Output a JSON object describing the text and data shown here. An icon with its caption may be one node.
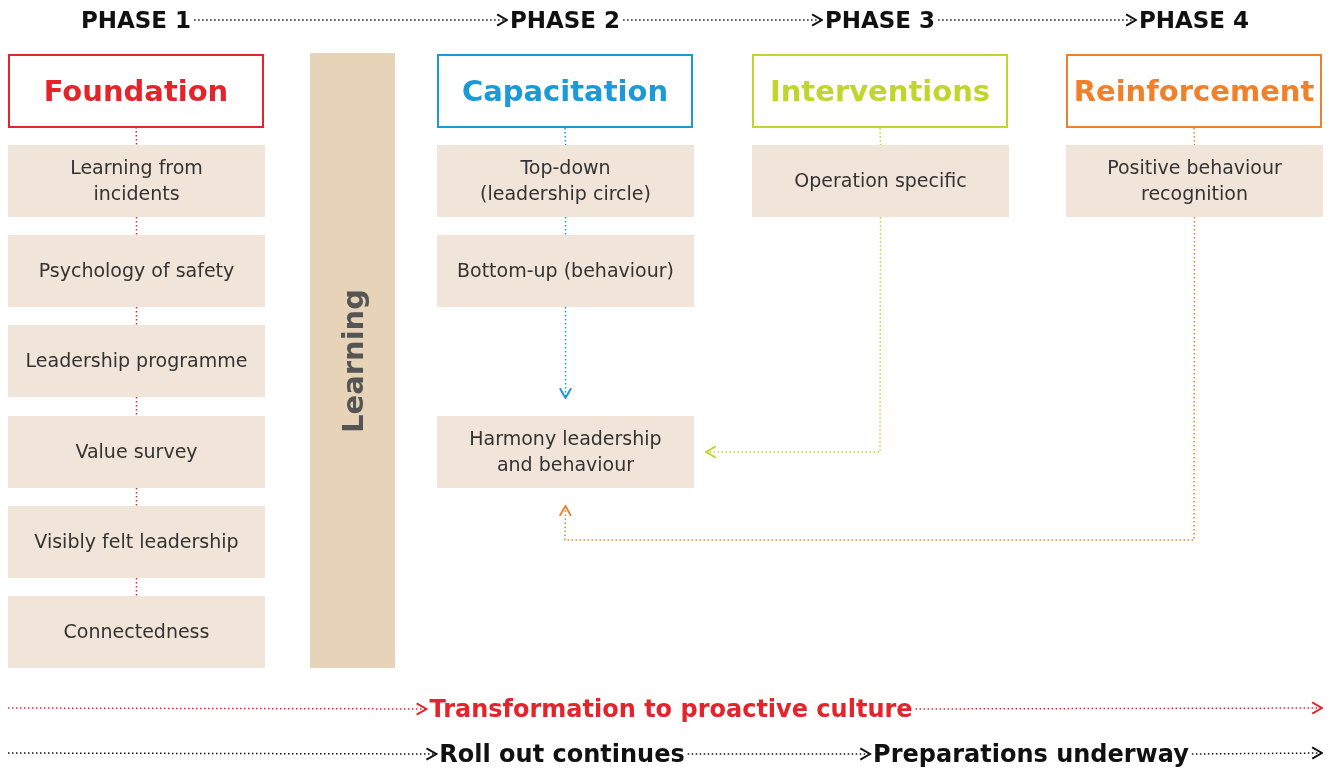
{
  "diagram": {
    "nodes": [
      {
        "text": [
          "PHASE 1"
        ]
      },
      {
        "text": [
          "PHASE 2"
        ]
      },
      {
        "text": [
          "PHASE 3"
        ]
      },
      {
        "text": [
          "PHASE 4"
        ]
      },
      {
        "text": [
          "Foundation"
        ]
      },
      {
        "text": [
          "Learning from incidents"
        ]
      },
      {
        "text": [
          "Psychology of safety"
        ]
      },
      {
        "text": [
          "Leadership programme"
        ]
      },
      {
        "text": [
          "Value survey"
        ]
      },
      {
        "text": [
          "Visibly felt leadership"
        ]
      },
      {
        "text": [
          "Connectedness"
        ]
      },
      {
        "text": [
          "Learning"
        ]
      },
      {
        "text": [
          "Capacitation"
        ]
      },
      {
        "text": [
          "Top-down (leadership circle)"
        ]
      },
      {
        "text": [
          "Bottom-up (behaviour)"
        ]
      },
      {
        "text": [
          "Harmony leadership and behaviour"
        ]
      },
      {
        "text": [
          "Interventions"
        ]
      },
      {
        "text": [
          "Operation specific"
        ]
      },
      {
        "text": [
          "Reinforcement"
        ]
      },
      {
        "text": [
          "Positive behaviour recognition"
        ]
      },
      {
        "text": [
          "Transformation to proactive culture"
        ]
      },
      {
        "text": [
          "Roll out continues"
        ]
      },
      {
        "text": [
          "Preparations underway"
        ]
      }
    ],
    "edges": [
      {
        "from": 0,
        "to": 1,
        "arrow": "to",
        "color": "#111111"
      },
      {
        "from": 1,
        "to": 2,
        "arrow": "to",
        "color": "#111111"
      },
      {
        "from": 2,
        "to": 3,
        "arrow": "to",
        "color": "#111111"
      },
      {
        "from": 4,
        "to": 5,
        "arrow": "none",
        "color": "#e3242b"
      },
      {
        "from": 5,
        "to": 6,
        "arrow": "none",
        "color": "#e3242b"
      },
      {
        "from": 6,
        "to": 7,
        "arrow": "none",
        "color": "#e3242b"
      },
      {
        "from": 7,
        "to": 8,
        "arrow": "none",
        "color": "#e3242b"
      },
      {
        "from": 8,
        "to": 9,
        "arrow": "none",
        "color": "#e3242b"
      },
      {
        "from": 9,
        "to": 10,
        "arrow": "none",
        "color": "#e3242b"
      },
      {
        "from": 12,
        "to": 13,
        "arrow": "none",
        "color": "#1a9ad6"
      },
      {
        "from": 13,
        "to": 14,
        "arrow": "none",
        "color": "#1a9ad6"
      },
      {
        "from": 14,
        "to": 15,
        "arrow": "to",
        "color": "#1a9ad6"
      },
      {
        "from": 16,
        "to": 17,
        "arrow": "none",
        "color": "#c2d52e"
      },
      {
        "from": 17,
        "to": 15,
        "arrow": "to",
        "color": "#c2d52e"
      },
      {
        "from": 18,
        "to": 19,
        "arrow": "none",
        "color": "#f0802a"
      },
      {
        "from": 19,
        "to": 15,
        "arrow": "to",
        "color": "#f0802a"
      },
      {
        "from": null,
        "to": 20,
        "arrow": "to",
        "color": "#e3242b"
      },
      {
        "from": 20,
        "to": null,
        "arrow": "to",
        "color": "#e3242b"
      },
      {
        "from": null,
        "to": 21,
        "arrow": "to",
        "color": "#111111"
      },
      {
        "from": 21,
        "to": 22,
        "arrow": "to",
        "color": "#111111"
      },
      {
        "from": 22,
        "to": null,
        "arrow": "to",
        "color": "#111111"
      }
    ]
  }
}
